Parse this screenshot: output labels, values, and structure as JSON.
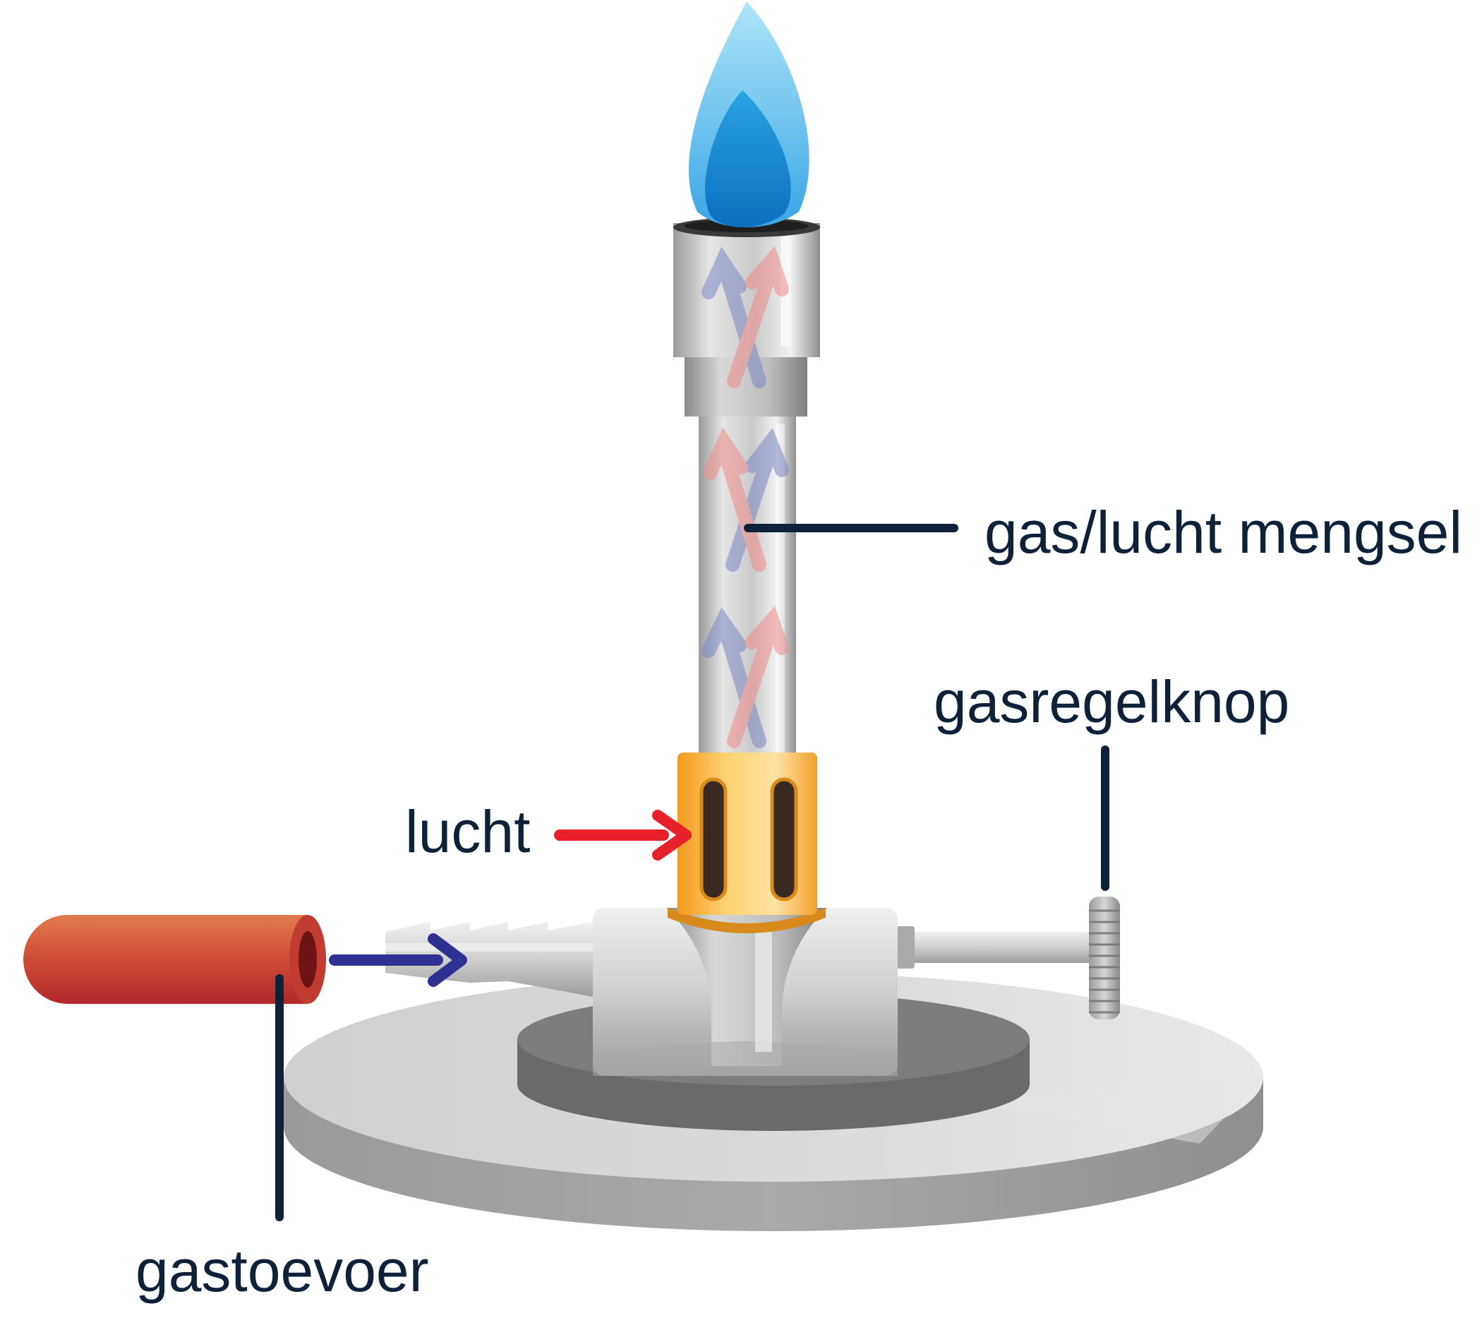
{
  "labels": {
    "mixture": "gas/lucht mengsel",
    "knob": "gasregelknop",
    "air": "lucht",
    "gas_supply": "gastoevoer"
  },
  "colors": {
    "label_text": "#0f2138",
    "leader_line": "#0f2138",
    "air_arrow": "#e8202a",
    "gas_arrow": "#2e3192",
    "flame_outer": "#6cc6f0",
    "flame_inner": "#1a86d0",
    "air_collar": "#fbb43a",
    "hose": "#cf4a38",
    "metal": "#c6c6c6",
    "base_plate": "#d4d4d4",
    "base_dark": "#6e6e6e"
  },
  "icons": {
    "flame": "flame-icon",
    "air_arrow": "arrow-right-icon",
    "gas_arrow": "arrow-right-icon",
    "flow_arrows": "arrow-up-icon"
  }
}
